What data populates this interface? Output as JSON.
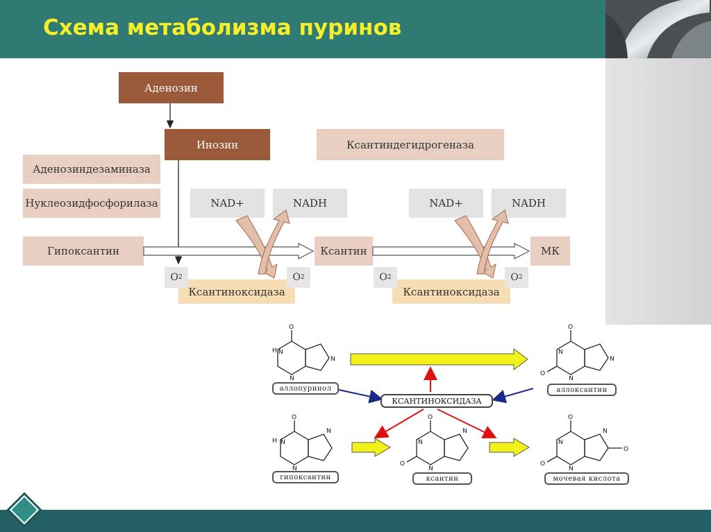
{
  "slide": {
    "title": "Схема метаболизма пуринов"
  },
  "scheme": {
    "adenosine": "Аденозин",
    "inosine": "Инозин",
    "adenosine_deaminase": "Аденозиндезаминаза",
    "nucleoside_phosphorylase": "Нуклеозидфосфорилаза",
    "xanthine_dehydrogenase": "Ксантиндегидрогеназа",
    "hypoxanthine": "Гипоксантин",
    "xanthine": "Ксантин",
    "uric_acid_abbr": "МК",
    "nad_plus_1": "NAD+",
    "nadh_1": "NADH",
    "nad_plus_2": "NAD+",
    "nadh_2": "NADH",
    "oxygen_symbol": "O",
    "oxygen_subscript": "2",
    "xanthine_oxidase_1": "Ксантиноксидаза",
    "xanthine_oxidase_2": "Ксантиноксидаза"
  },
  "structures": {
    "allopurinol": "аллопуринол",
    "alloxanthine": "аллоксантин",
    "hypoxanthine": "гипоксантин",
    "xanthine": "ксантин",
    "uric_acid": "мочевая кислота",
    "enzyme": "КСАНТИНОКСИДАЗА",
    "atom_o": "O",
    "atom_n": "N",
    "atom_h": "H"
  },
  "colors": {
    "header": "#2f7b73",
    "title_text": "#f4ef2a",
    "footer": "#245f66",
    "dark_box": "#9a5a3a",
    "pink_box": "#e8cfc2",
    "gray_box": "#e3e3e3",
    "peach_box": "#f7ddb3",
    "yellow_arrow": "#f2f21a",
    "red_arrow": "#dd1111",
    "blue_arrow": "#1a2a8a"
  }
}
